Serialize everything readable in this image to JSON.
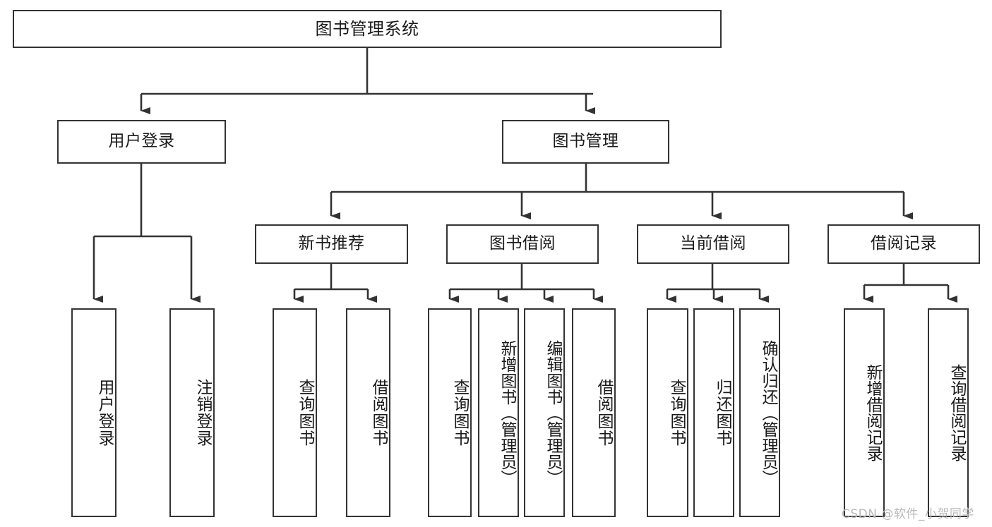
{
  "diagram": {
    "title": "图书管理系统",
    "type": "functional-structure-tree",
    "background_color": "#ffffff",
    "line_color": "#333333",
    "text_color": "#1a1a1a",
    "nodes": {
      "root": {
        "label": "图书管理系统"
      },
      "level2": [
        {
          "id": "user-login",
          "label": "用户登录"
        },
        {
          "id": "book-manage",
          "label": "图书管理"
        }
      ],
      "level3": [
        {
          "id": "new-book-rec",
          "label": "新书推荐"
        },
        {
          "id": "book-borrow",
          "label": "图书借阅"
        },
        {
          "id": "current-borrow",
          "label": "当前借阅"
        },
        {
          "id": "borrow-record",
          "label": "借阅记录"
        }
      ],
      "leaves": {
        "user-login": [
          {
            "id": "leaf-user-login",
            "label": "用户登录"
          },
          {
            "id": "leaf-user-logout",
            "label": "注销登录"
          }
        ],
        "new-book-rec": [
          {
            "id": "leaf-query-book-1",
            "label": "查询图书"
          },
          {
            "id": "leaf-borrow-book-1",
            "label": "借阅图书"
          }
        ],
        "book-borrow": [
          {
            "id": "leaf-query-book-2",
            "label": "查询图书"
          },
          {
            "id": "leaf-add-book",
            "label": "新增图书（管理员）"
          },
          {
            "id": "leaf-edit-book",
            "label": "编辑图书（管理员）"
          },
          {
            "id": "leaf-borrow-book-2",
            "label": "借阅图书"
          }
        ],
        "current-borrow": [
          {
            "id": "leaf-query-book-3",
            "label": "查询图书"
          },
          {
            "id": "leaf-return-book",
            "label": "归还图书"
          },
          {
            "id": "leaf-confirm-return",
            "label": "确认归还（管理员）"
          }
        ],
        "borrow-record": [
          {
            "id": "leaf-add-record",
            "label": "新增借阅记录"
          },
          {
            "id": "leaf-query-record",
            "label": "查询借阅记录"
          }
        ]
      }
    },
    "watermark": "CSDN @软件_小贺同学"
  }
}
